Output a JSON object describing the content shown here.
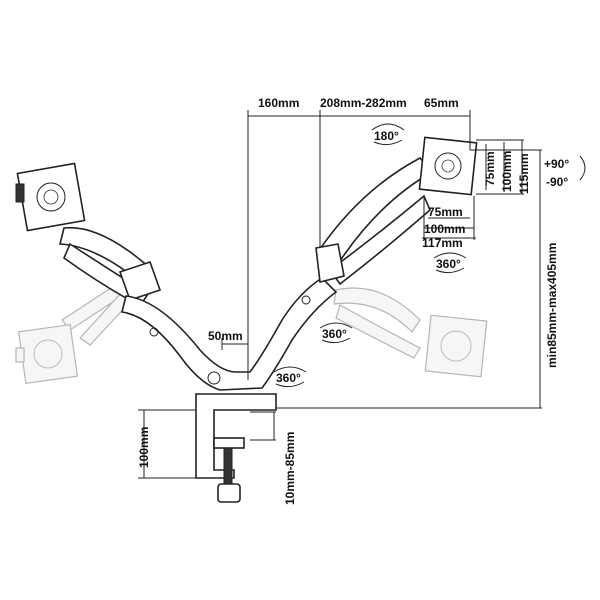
{
  "dimensions": {
    "arm_segment_1": "160mm",
    "arm_segment_2": "208mm-282mm",
    "arm_segment_3": "65mm",
    "pole_offset": "50mm",
    "clamp_height": "100mm",
    "clamp_range": "10mm-85mm",
    "height_range": "min85mm-max405mm",
    "vesa_h1": "75mm",
    "vesa_h2": "100mm",
    "vesa_h3": "117mm",
    "vesa_v1": "75mm",
    "vesa_v2": "100mm",
    "vesa_v3": "115mm"
  },
  "rotations": {
    "head_flip": "180°",
    "head_spin": "360°",
    "arm_swivel": "360°",
    "base_swivel": "360°",
    "tilt_up": "+90°",
    "tilt_down": "-90°"
  }
}
